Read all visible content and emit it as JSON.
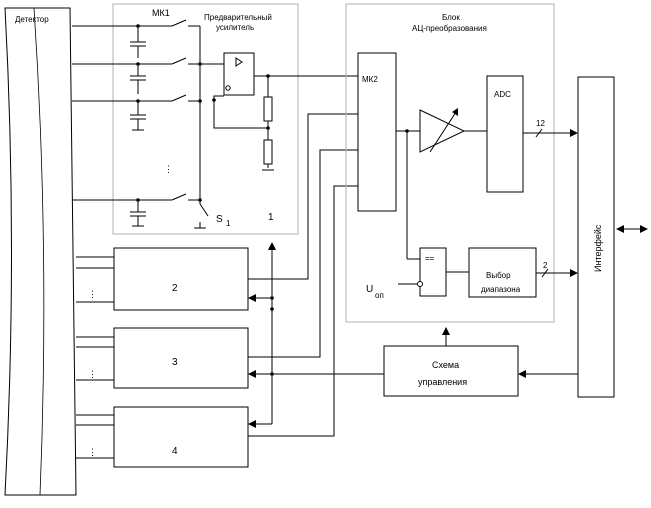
{
  "detector_label": "Детектор",
  "mk1_label": "МК1",
  "preamp_label_line1": "Предварительный",
  "preamp_label_line2": "усилитель",
  "switch_label_s": "S",
  "switch_label_sub": "1",
  "channel_1_label": "1",
  "channel_2_label": "2",
  "channel_3_label": "3",
  "channel_4_label": "4",
  "adc_block_label_line1": "Блок",
  "adc_block_label_line2": "АЦ-преобразования",
  "mk2_label": "МК2",
  "adc_label": "ADC",
  "bus_width_12": "12",
  "bus_width_2": "2",
  "range_label_line1": "Выбор",
  "range_label_line2": "диапазона",
  "comparator_label": "==",
  "uop_label": "U",
  "uop_sub": "оп",
  "control_label_line1": "Схема",
  "control_label_line2": "управления",
  "interface_label": "Интерфейс"
}
